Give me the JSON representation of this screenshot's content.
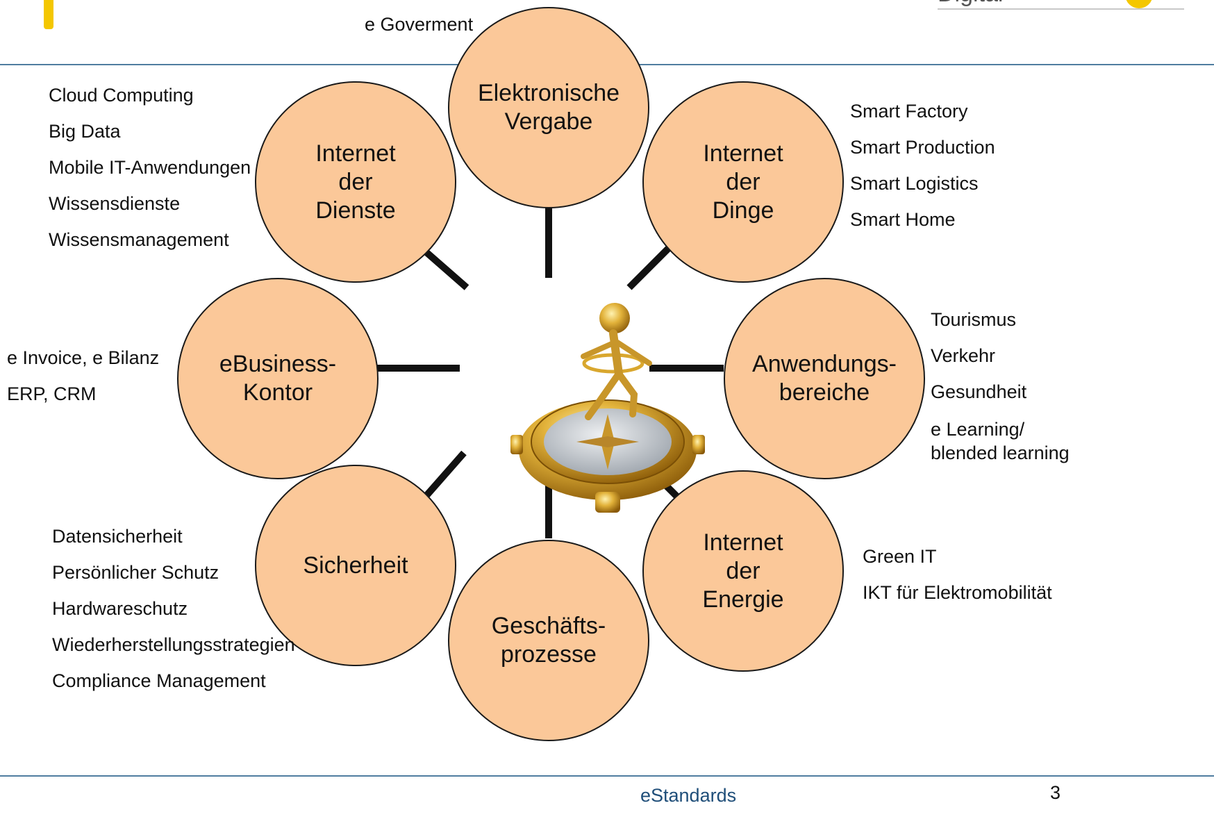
{
  "header": {
    "brand_text": "Digital"
  },
  "center": {
    "figure": "golden-figure-on-compass"
  },
  "nodes": [
    {
      "label": "Elektronische\nVergabe"
    },
    {
      "label": "Internet\nder\nDinge"
    },
    {
      "label": "Anwendungs-\nbereiche"
    },
    {
      "label": "Internet\nder\nEnergie"
    },
    {
      "label": "Geschäfts-\nprozesse"
    },
    {
      "label": "Sicherheit"
    },
    {
      "label": "eBusiness-\nKontor"
    },
    {
      "label": "Internet\nder\nDienste"
    }
  ],
  "lists": {
    "top": [
      "e Goverment"
    ],
    "dienste": [
      "Cloud Computing",
      "Big Data",
      "Mobile IT-Anwendungen",
      "Wissensdienste",
      "Wissensmanagement"
    ],
    "dinge": [
      "Smart Factory",
      "Smart Production",
      "Smart Logistics",
      "Smart Home"
    ],
    "anwendung": [
      "Tourismus",
      "Verkehr",
      "Gesundheit",
      "e Learning/\nblended learning"
    ],
    "kontor": [
      "e Invoice, e Bilanz",
      "ERP, CRM"
    ],
    "energie": [
      "Green IT",
      "IKT für Elektromobilität"
    ],
    "sicherheit": [
      "Datensicherheit",
      "Persönlicher Schutz",
      "Hardwareschutz",
      "Wiederherstellungsstrategien",
      "Compliance Management"
    ]
  },
  "footer": {
    "title": "eStandards",
    "page": "3"
  },
  "colors": {
    "circle_fill": "#fbc899",
    "rule": "#4f7da0",
    "footer_text": "#1f4e79",
    "logo": "#f4c700"
  }
}
